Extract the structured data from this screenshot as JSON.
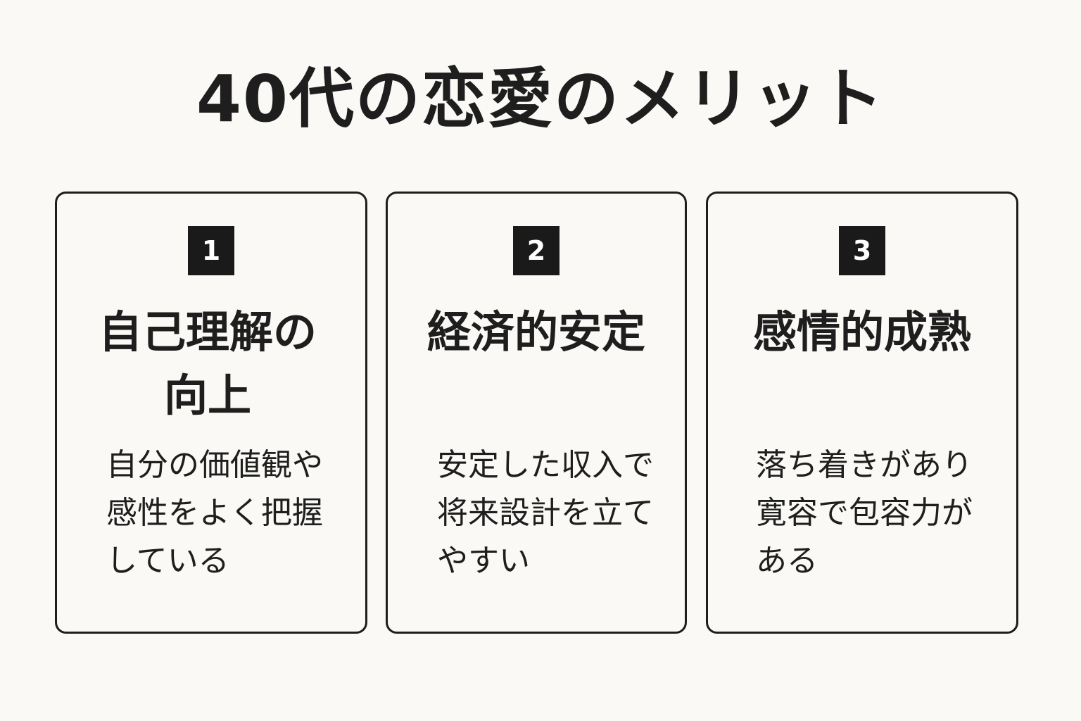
{
  "title": "40代の恋愛のメリット",
  "cards": [
    {
      "number": "1",
      "heading": "自己理解の向上",
      "description": "自分の価値観や感性をよく把握している"
    },
    {
      "number": "2",
      "heading": "経済的安定",
      "description": "安定した収入で将来設計を立てやすい"
    },
    {
      "number": "3",
      "heading": "感情的成熟",
      "description": "落ち着きがあり寛容で包容力がある"
    }
  ],
  "colors": {
    "background": "#faf9f6",
    "ink": "#1e1e1e",
    "badge": "#1a1a1a"
  }
}
